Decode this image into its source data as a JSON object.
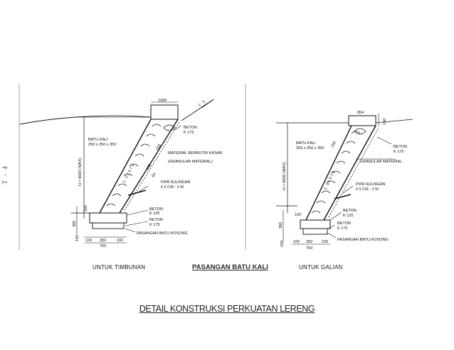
{
  "side_marker": "T - 4",
  "left_detail": {
    "dim_top": "1000",
    "slope_ratio": "1 : 2",
    "stone_label": "BATU KALI",
    "stone_size": "250 x 250 x 350",
    "height_label": "H = 6000 (MAX)",
    "slope_text": "1 : 0.1 5 7 0",
    "beton_k175_top": [
      "BETON",
      "K 175"
    ],
    "material_1": "MATERIAL   BERBUTIR  KASAR",
    "material_2": "(GRANULAR   MATERIAL)",
    "pipe_1": "PIPA  SULINGAN",
    "pipe_2": "0 5  CM - 2  M",
    "beton_k125": [
      "BETON",
      "K 125"
    ],
    "beton_k175_bot": [
      "BETON",
      "K 175"
    ],
    "foot_label": "PASANGAN  BATU  KOSONG",
    "dim_300": "300",
    "dim_500": "500",
    "dim_400": "400",
    "dim_250": "250",
    "dim_64": "64",
    "dim_150": "150",
    "dim_100a": "100",
    "dim_350": "350",
    "dim_100b": "100",
    "dim_750": "750"
  },
  "right_detail": {
    "dim_top": "854",
    "stone_label": "BATU KALI",
    "stone_size": "250 x 250 x 350",
    "height_label": "H = 6000 (MAX)",
    "slope_text": "1 : 0.1 5 7 0",
    "beton_k175_top": [
      "BETON",
      "K 175"
    ],
    "material": "GRANULAR MATERIAL",
    "pipe_1": "PIPA  SULINGAN",
    "pipe_2": "0 5  CM - 2  M",
    "beton_k125": [
      "BETON",
      "K 125"
    ],
    "beton_k175_bot": [
      "BETON",
      "K 175"
    ],
    "foot_label": "PASANGAN BATU KOSONG",
    "dim_150_top": "150",
    "dim_300": "300",
    "dim_100": "100",
    "dim_250": "250",
    "dim_150": "150",
    "dim_100a": "100",
    "dim_350": "350",
    "dim_100b": "100",
    "dim_750": "750"
  },
  "captions": {
    "left": "UNTUK TIMBUNAN",
    "center": "PASANGAN BATU KALI",
    "right": "UNTUK GALIAN"
  },
  "title": "DETAIL KONSTRUKSI PERKUATAN LERENG"
}
